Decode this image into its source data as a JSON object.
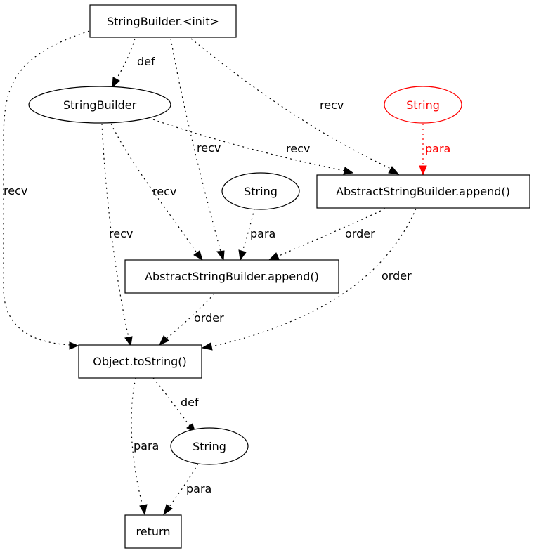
{
  "colors": {
    "default": "#000000",
    "highlight": "#ff0000",
    "background": "#ffffff"
  },
  "nodes": {
    "sb_init": {
      "label": "StringBuilder.<init>",
      "shape": "box"
    },
    "sb_var": {
      "label": "StringBuilder",
      "shape": "ellipse"
    },
    "string_red": {
      "label": "String",
      "shape": "ellipse",
      "highlight": true
    },
    "string_mid": {
      "label": "String",
      "shape": "ellipse"
    },
    "append_top": {
      "label": "AbstractStringBuilder.append()",
      "shape": "box"
    },
    "append_mid": {
      "label": "AbstractStringBuilder.append()",
      "shape": "box"
    },
    "tostring": {
      "label": "Object.toString()",
      "shape": "box"
    },
    "string_low": {
      "label": "String",
      "shape": "ellipse"
    },
    "return": {
      "label": "return",
      "shape": "box"
    }
  },
  "edges": [
    {
      "from": "sb_init",
      "to": "sb_var",
      "label": "def"
    },
    {
      "from": "sb_init",
      "to": "tostring",
      "label": "recv"
    },
    {
      "from": "sb_init",
      "to": "append_mid",
      "label": "recv"
    },
    {
      "from": "sb_init",
      "to": "append_top",
      "label": "recv"
    },
    {
      "from": "sb_var",
      "to": "append_top",
      "label": "recv"
    },
    {
      "from": "sb_var",
      "to": "append_mid",
      "label": "recv"
    },
    {
      "from": "sb_var",
      "to": "tostring",
      "label": "recv"
    },
    {
      "from": "string_red",
      "to": "append_top",
      "label": "para",
      "highlight": true
    },
    {
      "from": "string_mid",
      "to": "append_mid",
      "label": "para"
    },
    {
      "from": "append_top",
      "to": "append_mid",
      "label": "order"
    },
    {
      "from": "append_top",
      "to": "tostring",
      "label": "order"
    },
    {
      "from": "append_mid",
      "to": "tostring",
      "label": "order"
    },
    {
      "from": "tostring",
      "to": "string_low",
      "label": "def"
    },
    {
      "from": "tostring",
      "to": "return",
      "label": "para"
    },
    {
      "from": "string_low",
      "to": "return",
      "label": "para"
    }
  ]
}
